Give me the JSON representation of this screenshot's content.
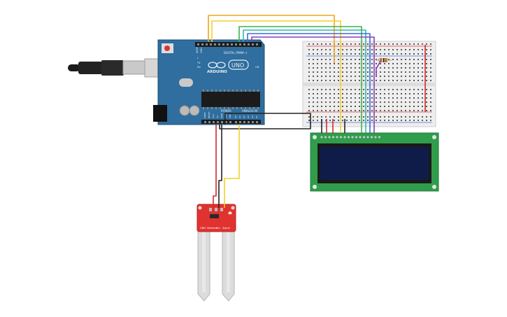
{
  "arduino": {
    "brand": "ARDUINO",
    "model": "UNO",
    "digital_label": "DIGITAL (PWM~)",
    "power_label": "POWER",
    "analog_label": "ANALOG IN",
    "aref_label": "AREF",
    "gnd_label": "GND",
    "tx_label": "TX",
    "rx_label": "RX",
    "l_label": "L",
    "on_label": "ON",
    "power_pins": [
      "IOREF",
      "RESET",
      "3V3",
      "5V",
      "GND",
      "GND",
      "VIN"
    ],
    "analog_pins": [
      "A0",
      "A1",
      "A2",
      "A3",
      "A4",
      "A5"
    ]
  },
  "sensor": {
    "pin_labels": [
      "GND",
      "Vcc",
      "Signal"
    ],
    "middle_label": "Moisture"
  },
  "colors": {
    "board": "#2f6e9e",
    "breadboard": "#eeeeee",
    "lcd_pcb": "#2f9d4c",
    "lcd_screen": "#0f1c4a",
    "sensor_pcb": "#e0322f",
    "wire_orange": "#f0a41d",
    "wire_yellow": "#f2d12a",
    "wire_green": "#3fb24a",
    "wire_teal": "#2fb7b0",
    "wire_blue": "#3b6fd8",
    "wire_purple": "#8a3fb8",
    "wire_red": "#d42a2a",
    "wire_black": "#222222"
  }
}
